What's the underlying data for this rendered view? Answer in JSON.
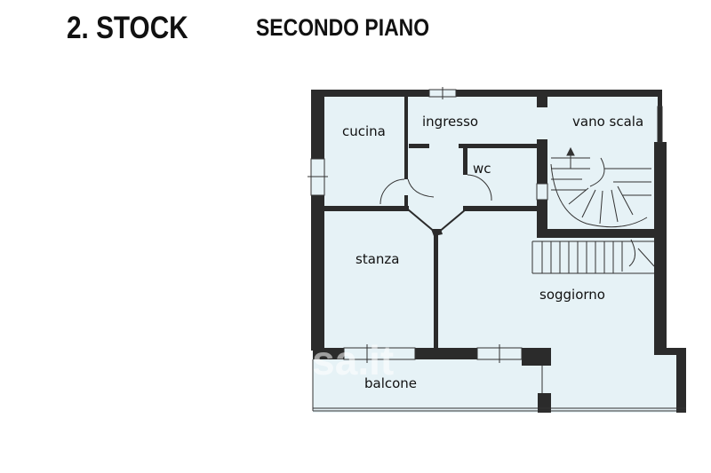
{
  "header": {
    "floor_label": "2. STOCK",
    "floor_name": "SECONDO PIANO"
  },
  "rooms": {
    "cucina": "cucina",
    "ingresso": "ingresso",
    "vano_scala": "vano scala",
    "wc": "wc",
    "stanza": "stanza",
    "soggiorno": "soggiorno",
    "balcone": "balcone"
  },
  "watermark": "casa.it",
  "colors": {
    "floor": "#e6f2f6",
    "wall": "#2b2b2b"
  }
}
